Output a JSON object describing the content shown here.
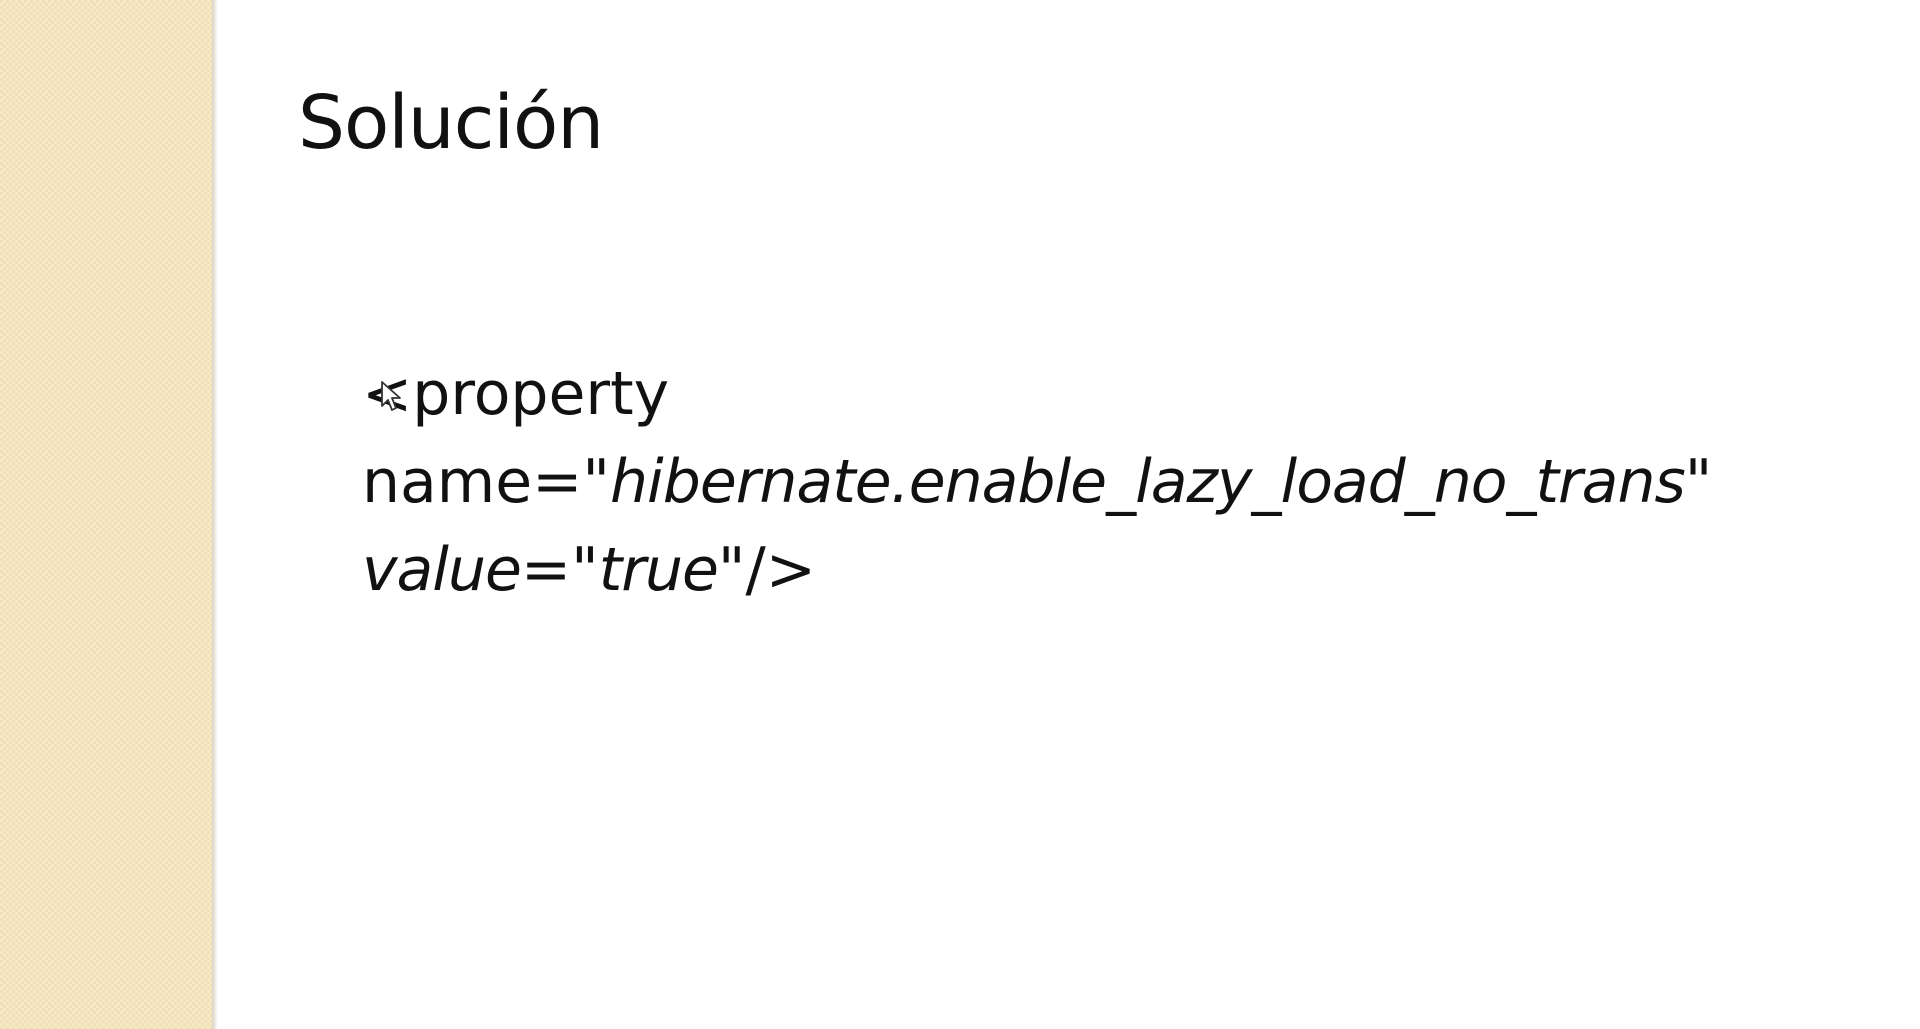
{
  "slide": {
    "title": "Solución",
    "code": {
      "line1": "<property",
      "line2": {
        "attr": "name=\"",
        "value": "hibernate.enable_lazy_load_no_trans",
        "close": "\""
      },
      "line3": {
        "attr": "value",
        "eq": "=\"",
        "value": "true",
        "close": "\"/>"
      }
    }
  },
  "colors": {
    "side_band": "#f1e0b4",
    "text": "#111111",
    "background": "#ffffff"
  },
  "icons": {
    "cursor": "mouse-pointer-icon"
  }
}
